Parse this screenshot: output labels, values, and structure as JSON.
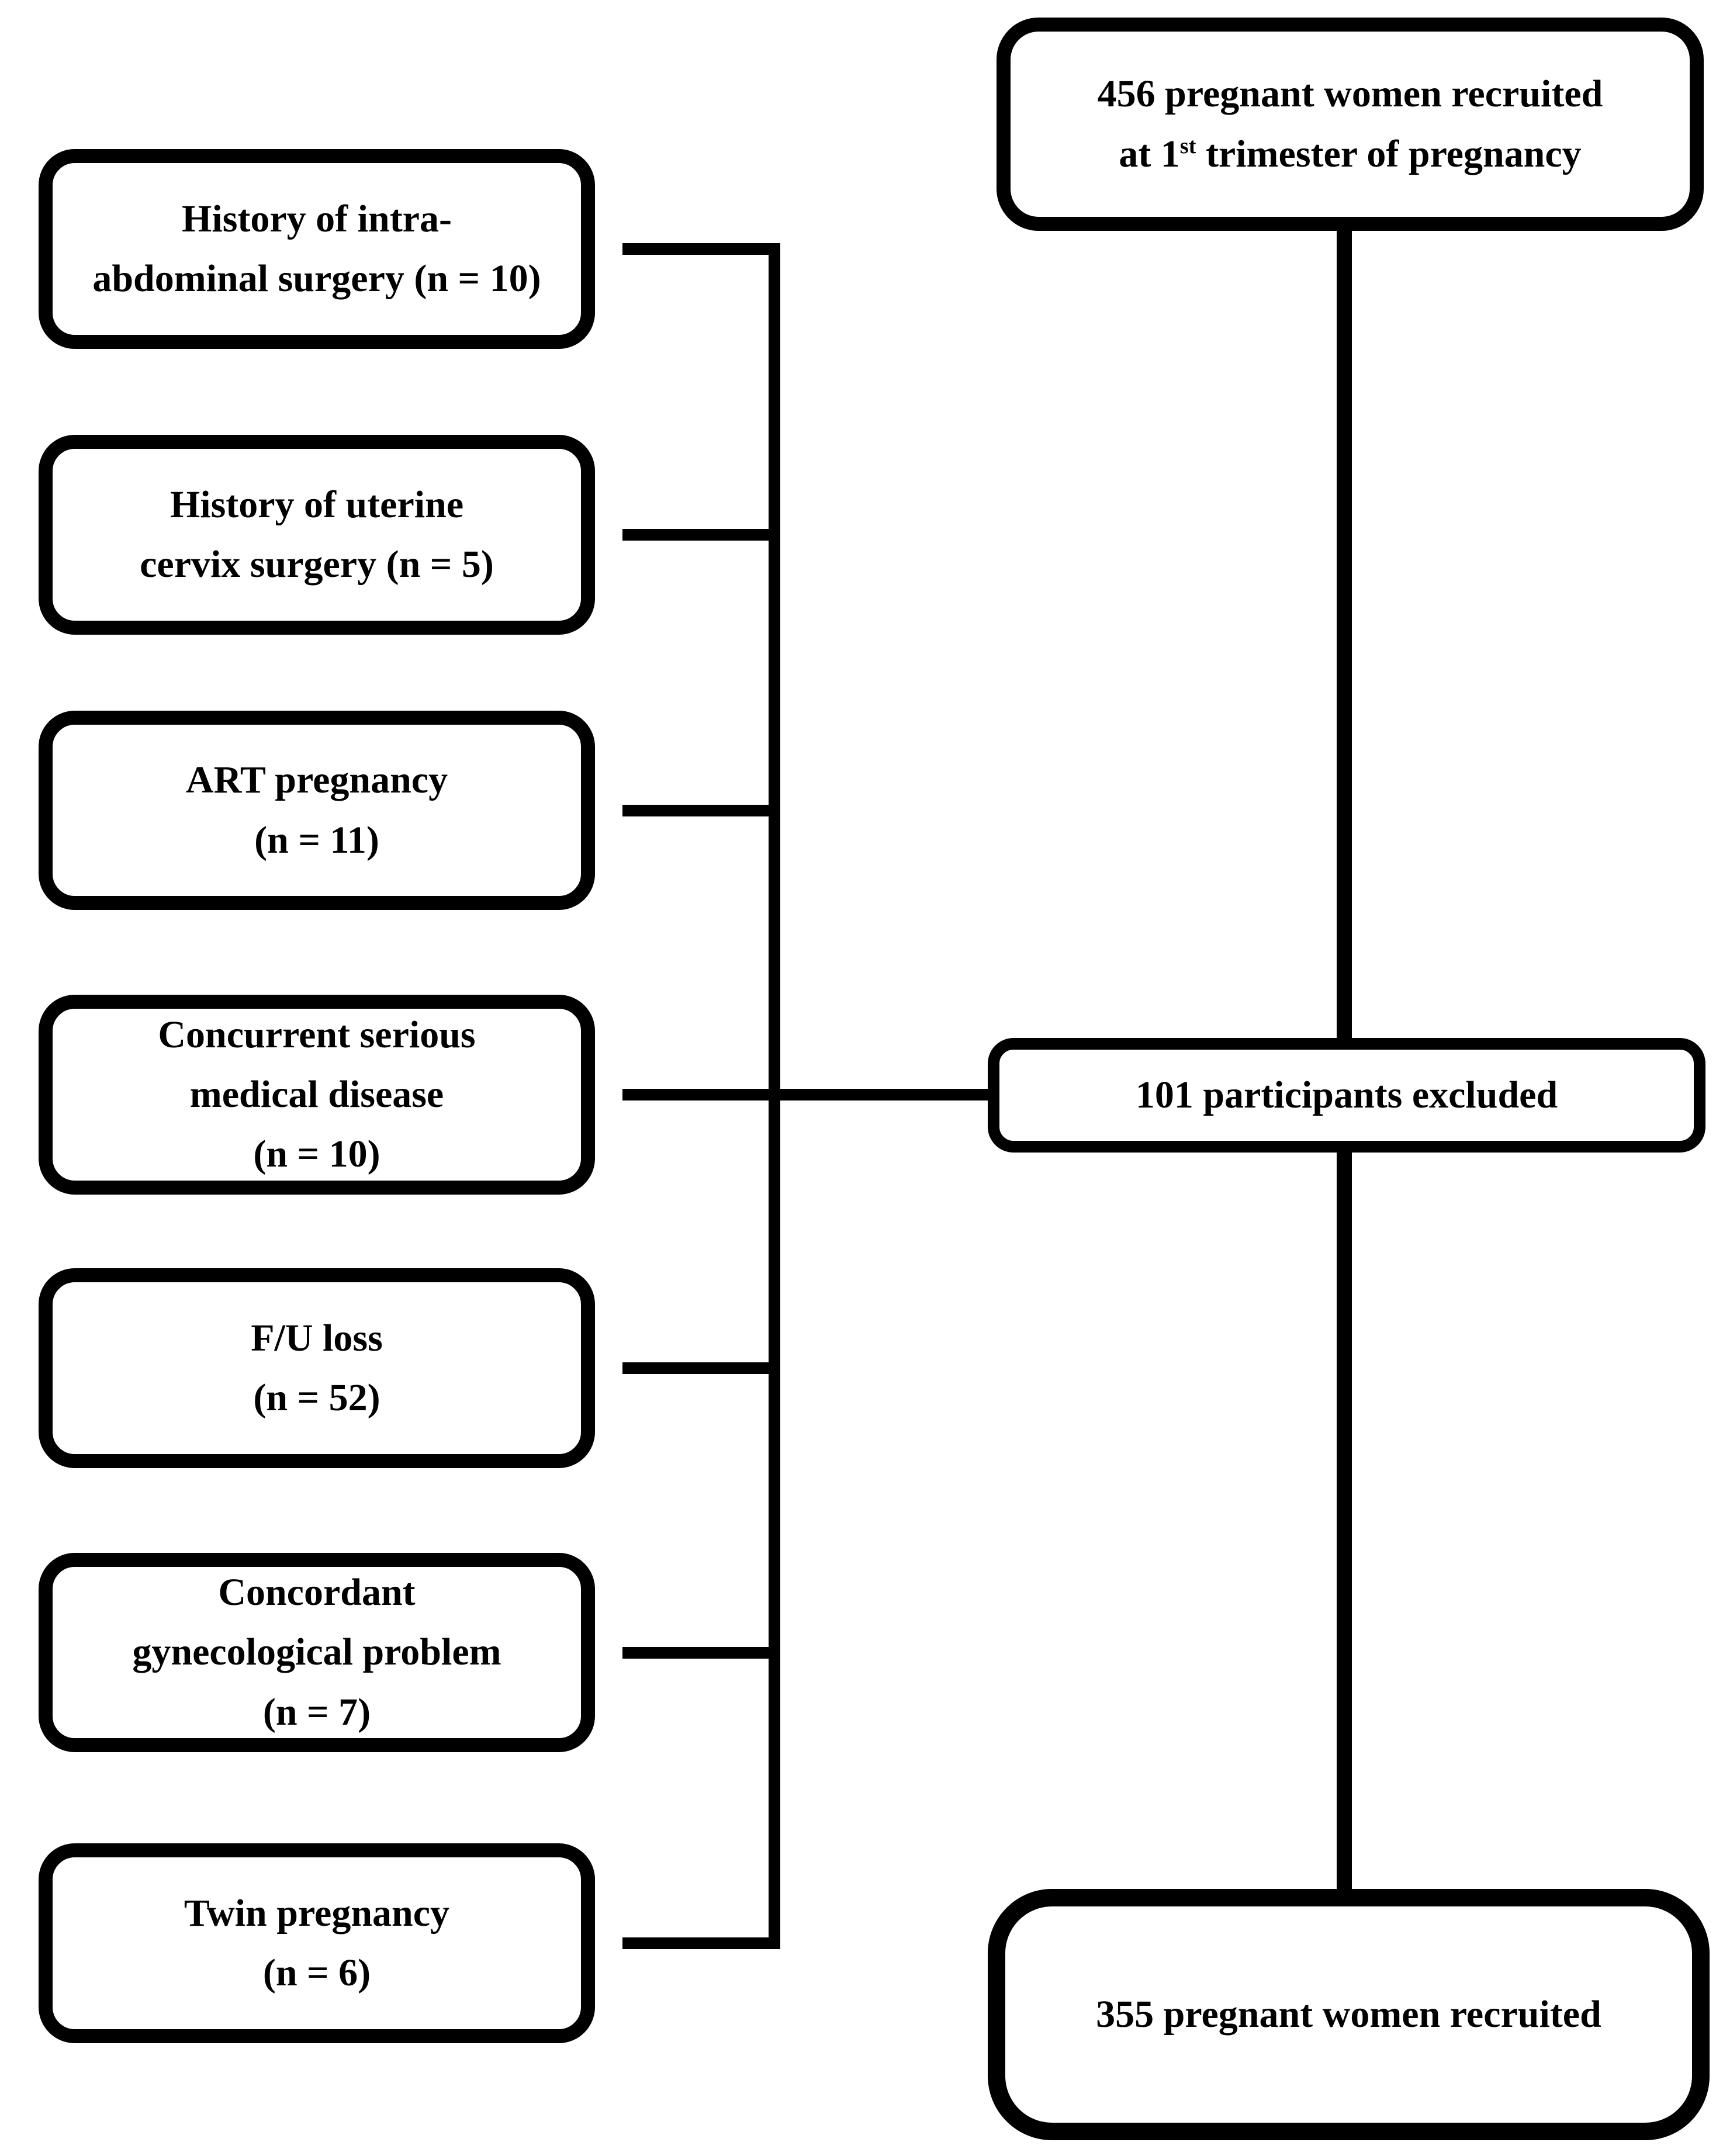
{
  "flow": {
    "top_box": {
      "line1": "456 pregnant women recruited",
      "line2_prefix": "at 1",
      "line2_superscript": "st",
      "line2_suffix": " trimester of pregnancy"
    },
    "exclusion_boxes": [
      {
        "lines": [
          "History of intra-",
          "abdominal surgery (n = 10)"
        ]
      },
      {
        "lines": [
          "History of uterine",
          "cervix surgery (n = 5)"
        ]
      },
      {
        "lines": [
          "ART pregnancy",
          "(n = 11)"
        ]
      },
      {
        "lines": [
          "Concurrent serious",
          "medical disease",
          "(n = 10)"
        ]
      },
      {
        "lines": [
          "F/U loss",
          "(n = 52)"
        ]
      },
      {
        "lines": [
          "Concordant",
          "gynecological problem",
          "(n = 7)"
        ]
      },
      {
        "lines": [
          "Twin pregnancy",
          "(n = 6)"
        ]
      }
    ],
    "excluded_box": {
      "label": "101 participants excluded"
    },
    "bottom_box": {
      "label": "355 pregnant women recruited"
    },
    "colors": {
      "stroke": "#000000",
      "text": "#000000",
      "background": "#ffffff"
    }
  }
}
